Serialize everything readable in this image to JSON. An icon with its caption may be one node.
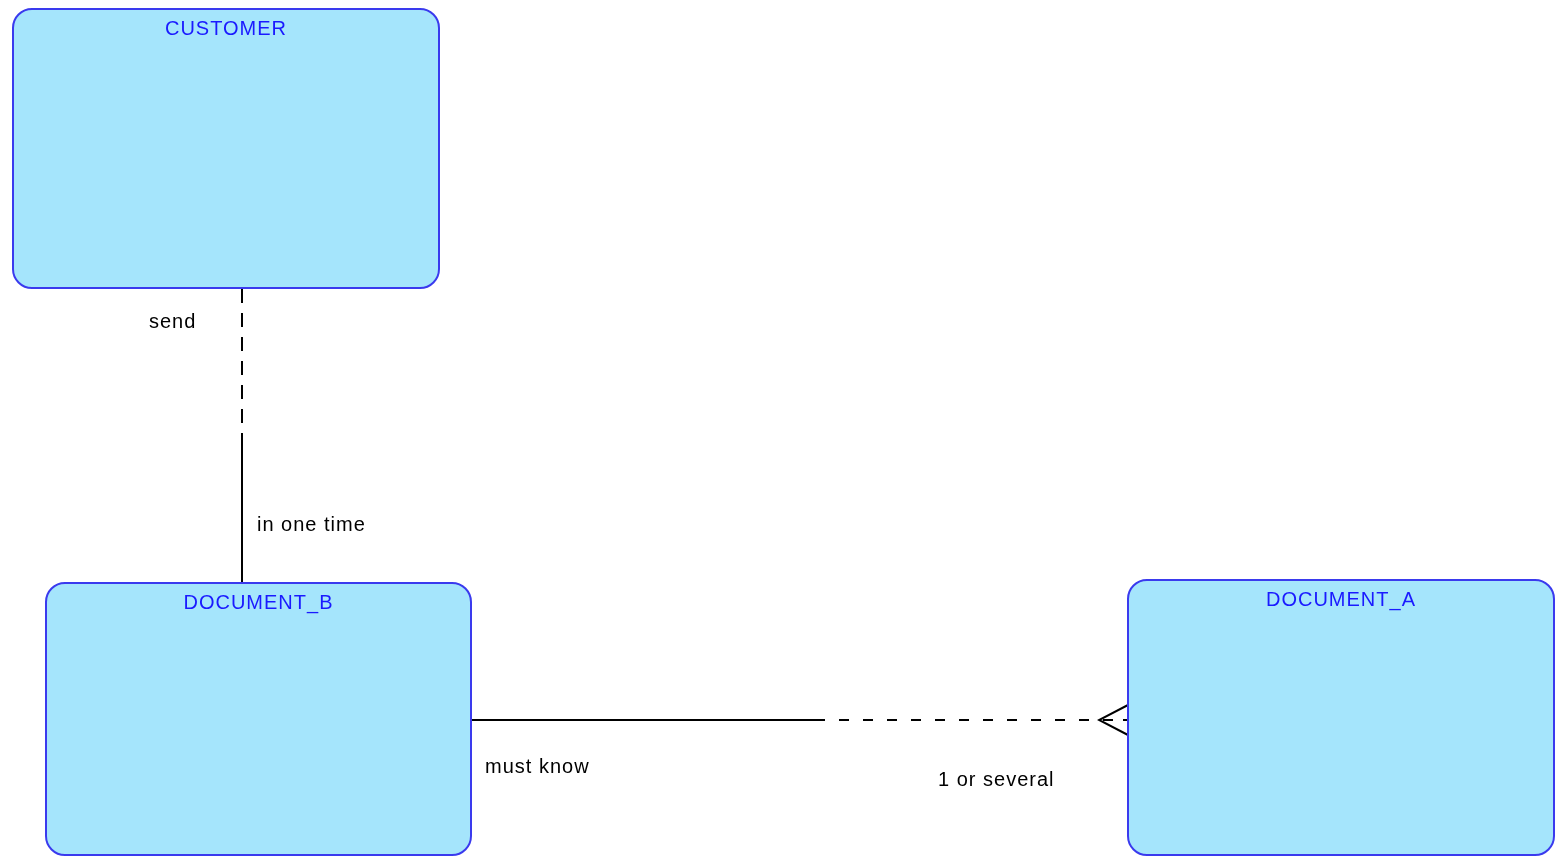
{
  "diagram": {
    "nodes": [
      {
        "text": [
          "CUSTOMER"
        ]
      },
      {
        "text": [
          "DOCUMENT_B"
        ]
      },
      {
        "text": [
          "DOCUMENT_A"
        ]
      }
    ],
    "edges": [
      {
        "from": 0,
        "to": 1,
        "arrow": "none"
      },
      {
        "from": 1,
        "to": 2,
        "arrow": "other"
      }
    ],
    "labels": [
      "send",
      "in one time",
      "must know",
      "1 or several"
    ]
  }
}
